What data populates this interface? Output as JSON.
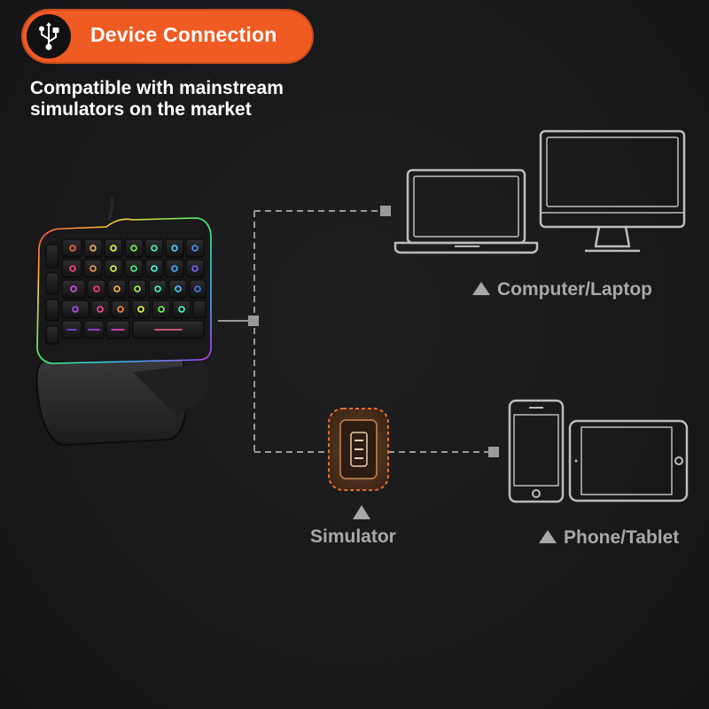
{
  "header": {
    "badge_label": "Device Connection",
    "badge_icon": "usb-icon",
    "subtitle": "Compatible with mainstream simulators on the market"
  },
  "captions": {
    "computer": "Computer/Laptop",
    "simulator": "Simulator",
    "phone": "Phone/Tablet"
  },
  "colors": {
    "accent": "#f05a23",
    "line": "#9a9a9c",
    "caption": "#a9a9ab",
    "device_outline": "#bdbdbf"
  }
}
